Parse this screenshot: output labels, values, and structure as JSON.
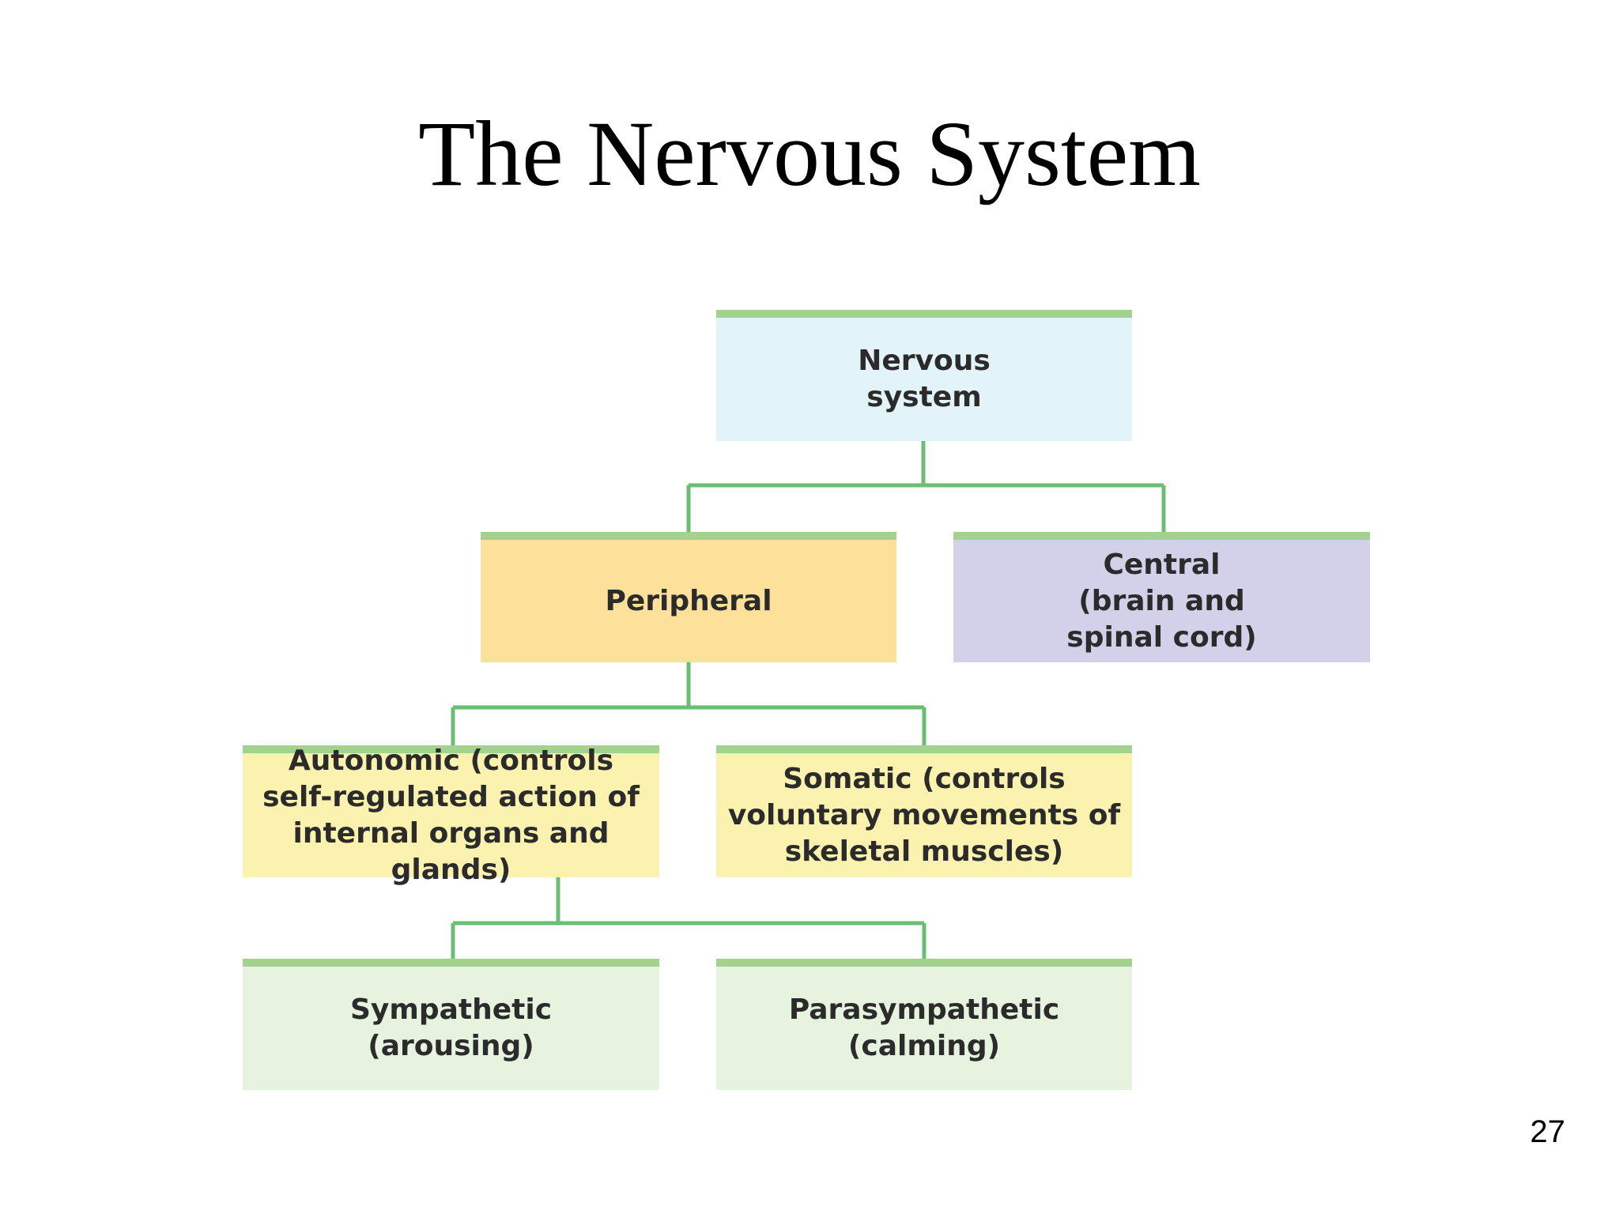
{
  "slide": {
    "title": "The Nervous System",
    "page_number": "27"
  },
  "diagram": {
    "type": "hierarchy",
    "connector_color": "#6bbd73",
    "nodes": {
      "nervous_system": {
        "label": "Nervous\nsystem",
        "color": "#e3f3fa"
      },
      "peripheral": {
        "label": "Peripheral",
        "color": "#fde19a"
      },
      "central": {
        "label": "Central\n(brain and\nspinal cord)",
        "color": "#d3d0ea"
      },
      "autonomic": {
        "label": "Autonomic (controls\nself-regulated action of\ninternal organs and glands)",
        "color": "#fcf2b0"
      },
      "somatic": {
        "label": "Somatic (controls\nvoluntary movements of\nskeletal muscles)",
        "color": "#fcf2b0"
      },
      "sympathetic": {
        "label": "Sympathetic\n(arousing)",
        "color": "#e6f3df"
      },
      "parasympathetic": {
        "label": "Parasympathetic\n(calming)",
        "color": "#e6f3df"
      }
    },
    "edges": [
      [
        "nervous_system",
        "peripheral"
      ],
      [
        "nervous_system",
        "central"
      ],
      [
        "peripheral",
        "autonomic"
      ],
      [
        "peripheral",
        "somatic"
      ],
      [
        "autonomic",
        "sympathetic"
      ],
      [
        "autonomic",
        "parasympathetic"
      ]
    ]
  }
}
